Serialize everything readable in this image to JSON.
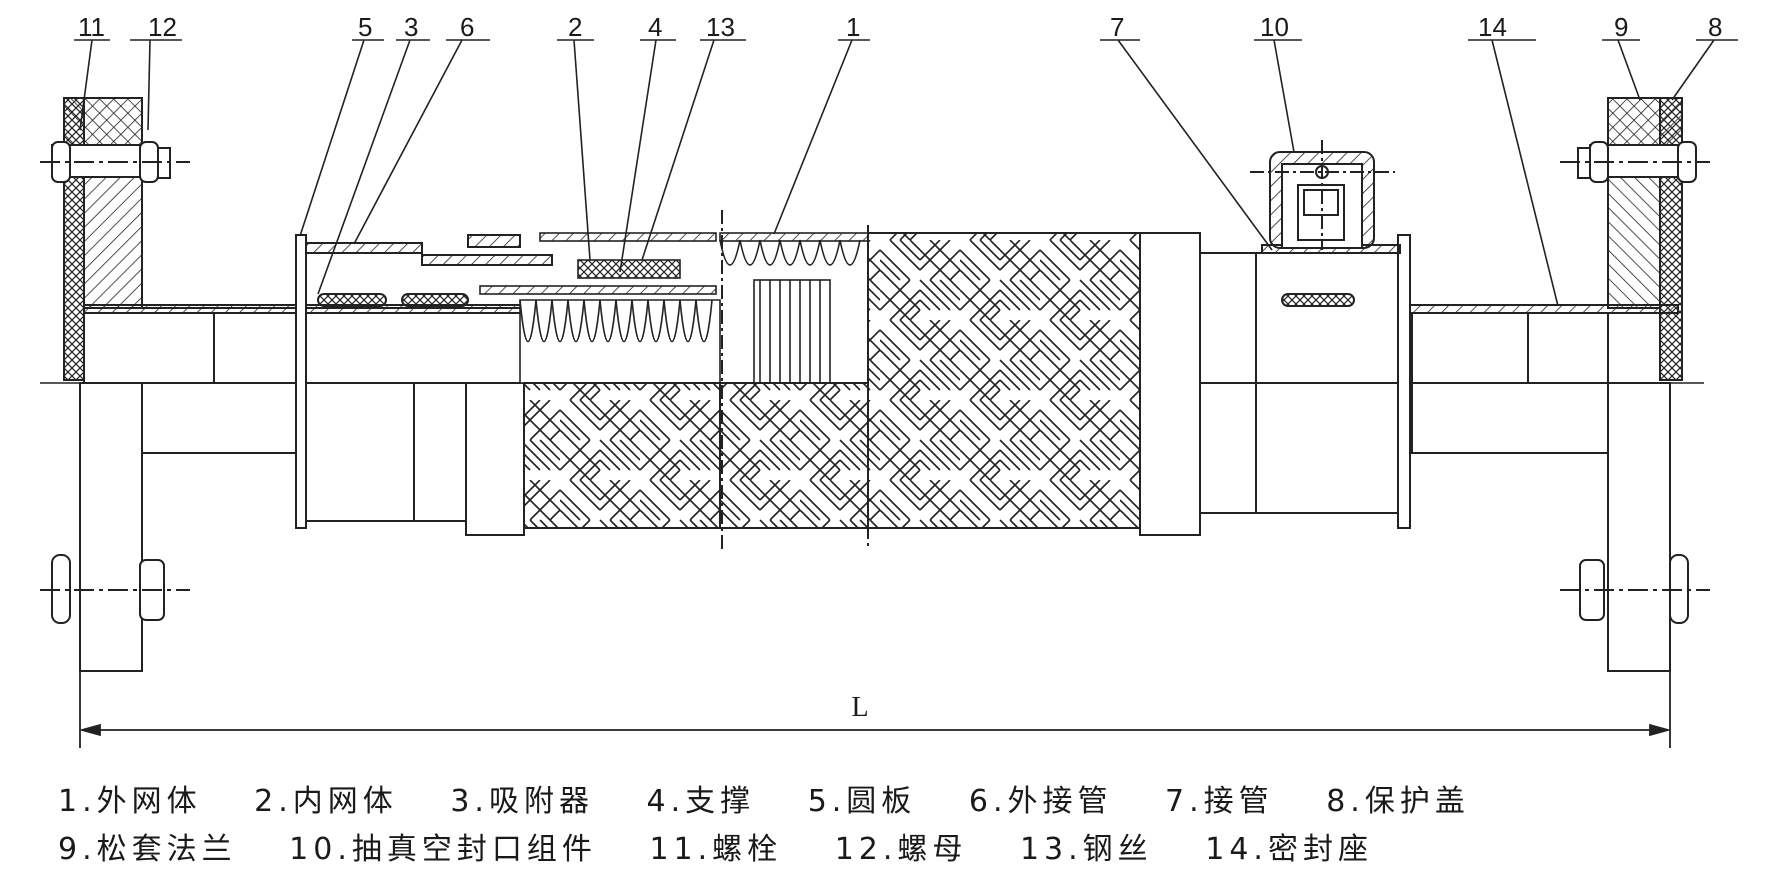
{
  "callouts": [
    {
      "num": "11"
    },
    {
      "num": "12"
    },
    {
      "num": "5"
    },
    {
      "num": "3"
    },
    {
      "num": "6"
    },
    {
      "num": "2"
    },
    {
      "num": "4"
    },
    {
      "num": "13"
    },
    {
      "num": "1"
    },
    {
      "num": "7"
    },
    {
      "num": "10"
    },
    {
      "num": "14"
    },
    {
      "num": "9"
    },
    {
      "num": "8"
    }
  ],
  "dimension_label": "L",
  "legend": {
    "row1": [
      "1.外网体",
      "2.内网体",
      "3.吸附器",
      "4.支撑",
      "5.圆板",
      "6.外接管",
      "7.接管",
      "8.保护盖"
    ],
    "row2": [
      "9.松套法兰",
      "10.抽真空封口组件",
      "11.螺栓",
      "12.螺母",
      "13.钢丝",
      "14.密封座"
    ]
  }
}
